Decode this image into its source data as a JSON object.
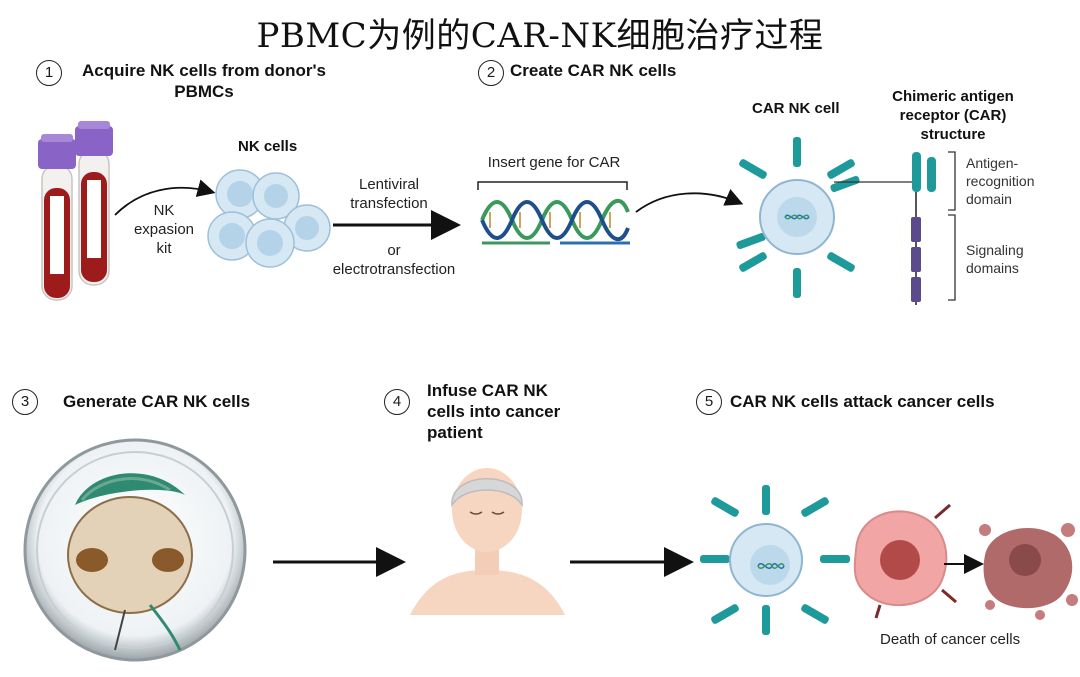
{
  "title": "PBMC为例的CAR-NK细胞治疗过程",
  "steps": [
    {
      "num": "1",
      "title_line1": "Acquire NK cells from donor's",
      "title_line2": "PBMCs"
    },
    {
      "num": "2",
      "title": "Create CAR NK cells"
    },
    {
      "num": "3",
      "title": "Generate CAR NK cells"
    },
    {
      "num": "4",
      "title_line1": "Infuse CAR NK",
      "title_line2": "cells into cancer",
      "title_line3": "patient"
    },
    {
      "num": "5",
      "title": "CAR NK cells attack cancer cells"
    }
  ],
  "labels": {
    "nk_cells": "NK cells",
    "nk_kit_1": "NK",
    "nk_kit_2": "expasion",
    "nk_kit_3": "kit",
    "lentiviral_1": "Lentiviral",
    "lentiviral_2": "transfection",
    "or": "or",
    "electro": "electrotransfection",
    "insert_gene": "Insert gene for CAR",
    "car_nk_cell": "CAR NK cell",
    "car_structure_1": "Chimeric antigen",
    "car_structure_2": "receptor (CAR)",
    "car_structure_3": "structure",
    "antigen_1": "Antigen-",
    "antigen_2": "recognition",
    "antigen_3": "domain",
    "signaling_1": "Signaling",
    "signaling_2": "domains",
    "death": "Death of cancer cells"
  },
  "colors": {
    "blood": "#9e1b1b",
    "cap": "#8a63c7",
    "cell_fill": "#d6e8f4",
    "cell_nucleus": "#b5d3e8",
    "receptor_teal": "#1f9a9a",
    "receptor_purple": "#5b4a8c",
    "dna_green": "#3a9a5b",
    "dna_blue": "#2a6fb5",
    "cancer_pink": "#f2a5a5",
    "cancer_dark": "#b24a4a",
    "skin": "#f6d6c1",
    "arrow": "#111111"
  }
}
